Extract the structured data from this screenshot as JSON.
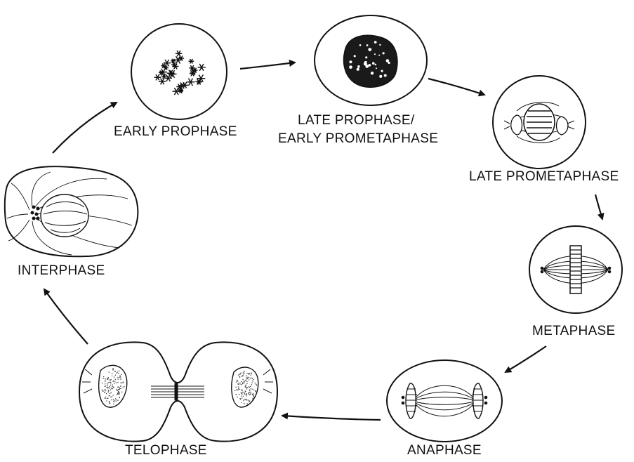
{
  "diagram": {
    "stages": [
      {
        "id": "early-prophase",
        "label": "EARLY PROPHASE"
      },
      {
        "id": "late-prophase",
        "label_line1": "LATE PROPHASE/",
        "label_line2": "EARLY PROMETAPHASE"
      },
      {
        "id": "late-prometaphase",
        "label": "LATE PROMETAPHASE"
      },
      {
        "id": "metaphase",
        "label": "METAPHASE"
      },
      {
        "id": "anaphase",
        "label": "ANAPHASE"
      },
      {
        "id": "telophase",
        "label": "TELOPHASE"
      },
      {
        "id": "interphase",
        "label": "INTERPHASE"
      }
    ],
    "colors": {
      "ink": "#111111",
      "stipple": "#333333",
      "background": "#ffffff"
    }
  }
}
